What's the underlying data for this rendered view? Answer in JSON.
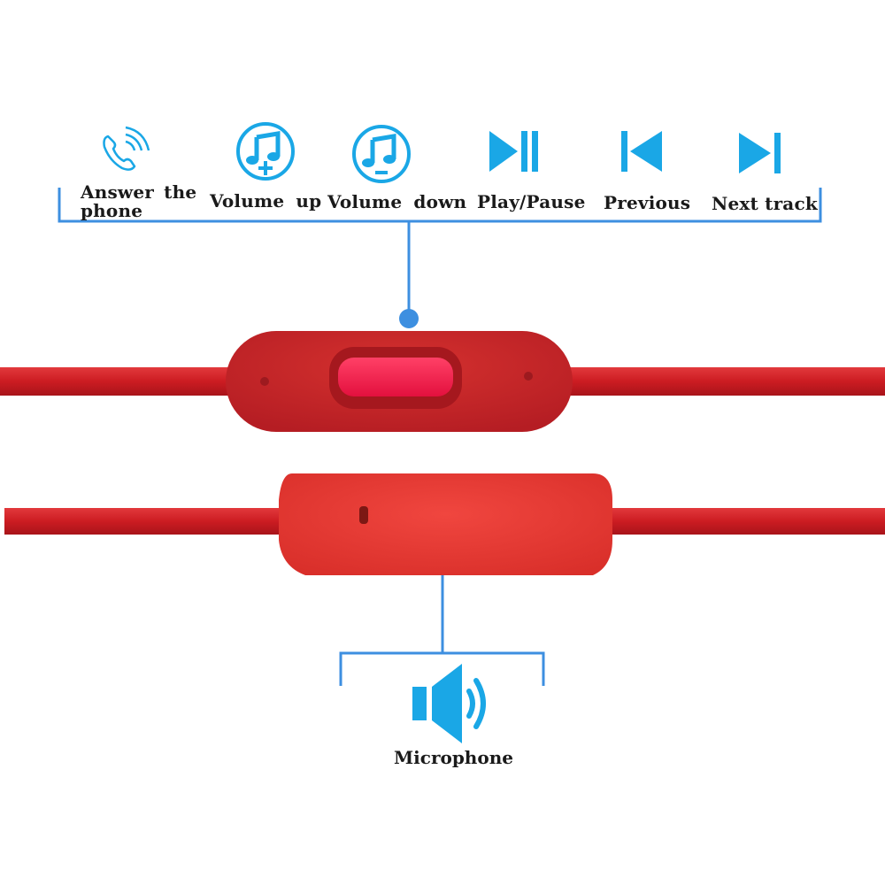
{
  "controls": {
    "items": [
      {
        "icon": "phone-call-icon",
        "label_line1": "Answer the",
        "label_line2": "phone"
      },
      {
        "icon": "volume-up-note-icon",
        "label": "Volume up"
      },
      {
        "icon": "volume-down-note-icon",
        "label": "Volume down"
      },
      {
        "icon": "play-pause-icon",
        "label": "Play/Pause"
      },
      {
        "icon": "previous-track-icon",
        "label": "Previous"
      },
      {
        "icon": "next-track-icon",
        "label": "Next track"
      }
    ]
  },
  "microphone": {
    "icon": "speaker-icon",
    "label": "Microphone"
  },
  "colors": {
    "accent": "#1aa7e6",
    "bracket": "#3d8fe0",
    "cable": "#d21f24",
    "remote": "#c8242b",
    "button": "#ff1d4c"
  }
}
